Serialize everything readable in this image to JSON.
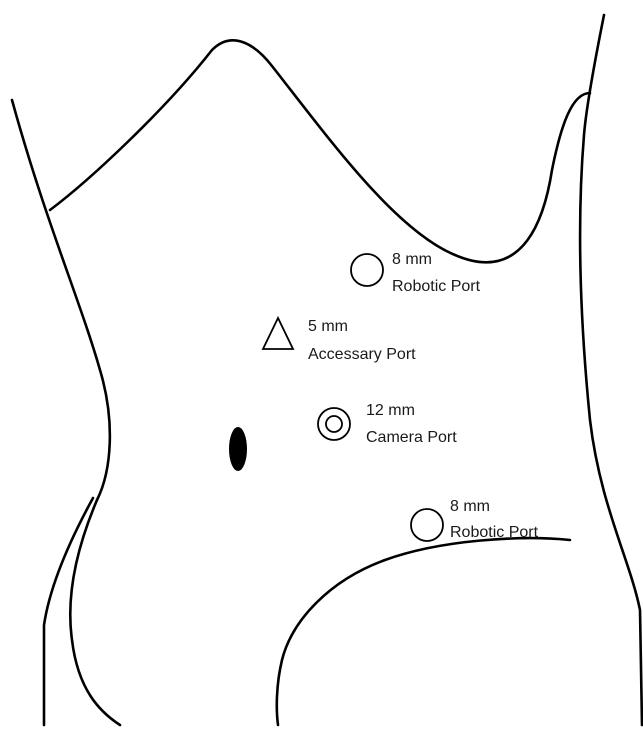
{
  "colors": {
    "line": "#000000",
    "background": "#ffffff",
    "text": "#1a1a1a"
  },
  "ports": [
    {
      "id": "robotic-port-upper",
      "size": "8 mm",
      "name": "Robotic Port",
      "symbol": "circle"
    },
    {
      "id": "accessary-port",
      "size": "5 mm",
      "name": "Accessary Port",
      "symbol": "triangle"
    },
    {
      "id": "camera-port",
      "size": "12 mm",
      "name": "Camera Port",
      "symbol": "double-circle"
    },
    {
      "id": "robotic-port-lower",
      "size": "8 mm",
      "name": "Robotic Port",
      "symbol": "circle"
    }
  ],
  "landmarks": {
    "umbilicus": "umbilicus-marker"
  }
}
